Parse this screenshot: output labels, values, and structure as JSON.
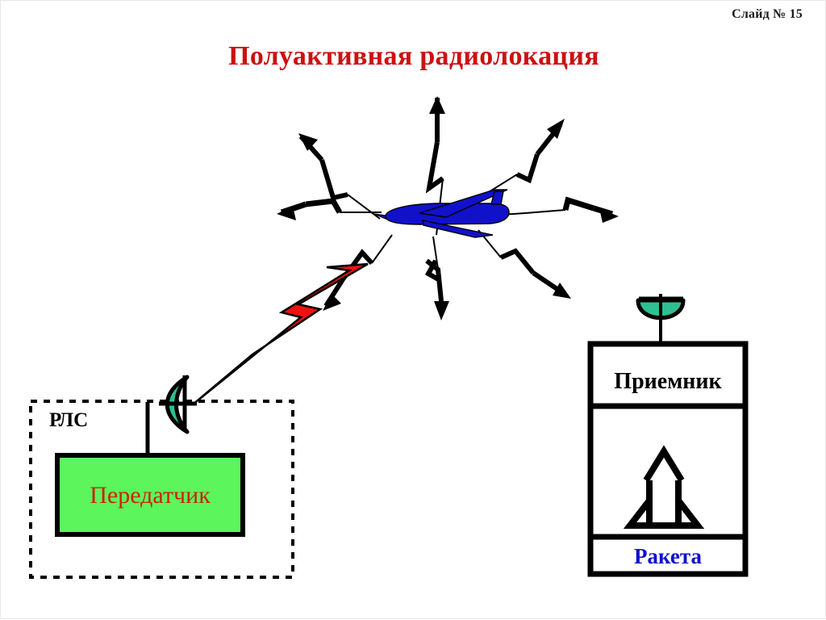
{
  "slide": {
    "number_label": "Слайд № 15",
    "title": "Полуактивная радиолокация",
    "background_color": "#ffffff"
  },
  "colors": {
    "title_red": "#cc1111",
    "beam_red": "#ee1111",
    "transmitter_green": "#5cf55c",
    "transmitter_text_red": "#cc2200",
    "dish_teal": "#2ebf93",
    "aircraft_blue": "#1111cc",
    "missile_label_blue": "#1111cc",
    "outline_black": "#000000"
  },
  "radar_station": {
    "label": "РЛС",
    "label_color": "#000000",
    "border_style": "dashed",
    "transmitter": {
      "label": "Передатчик",
      "fill_color": "#5cf55c",
      "text_color": "#cc2200"
    },
    "antenna": {
      "icon_name": "parabolic-dish-antenna",
      "color": "#2ebf93"
    }
  },
  "target": {
    "icon_name": "aircraft-jet",
    "color": "#1111cc",
    "heading": "left"
  },
  "emitted_beam": {
    "icon_name": "lightning-bolt-beam",
    "color": "#ee1111",
    "direction": "radar-to-target"
  },
  "scattered_rays": {
    "icon_name": "scattered-ray-arrow",
    "color": "#000000",
    "count": 8,
    "description": "reflected energy radiating outward from the aircraft"
  },
  "missile_unit": {
    "antenna": {
      "icon_name": "receiver-dish-antenna",
      "color": "#2ebf93"
    },
    "receiver": {
      "label": "Приемник",
      "text_color": "#000000"
    },
    "body": {
      "icon_name": "missile-icon",
      "color": "#000000"
    },
    "footer": {
      "label": "Ракета",
      "text_color": "#1111cc"
    }
  }
}
